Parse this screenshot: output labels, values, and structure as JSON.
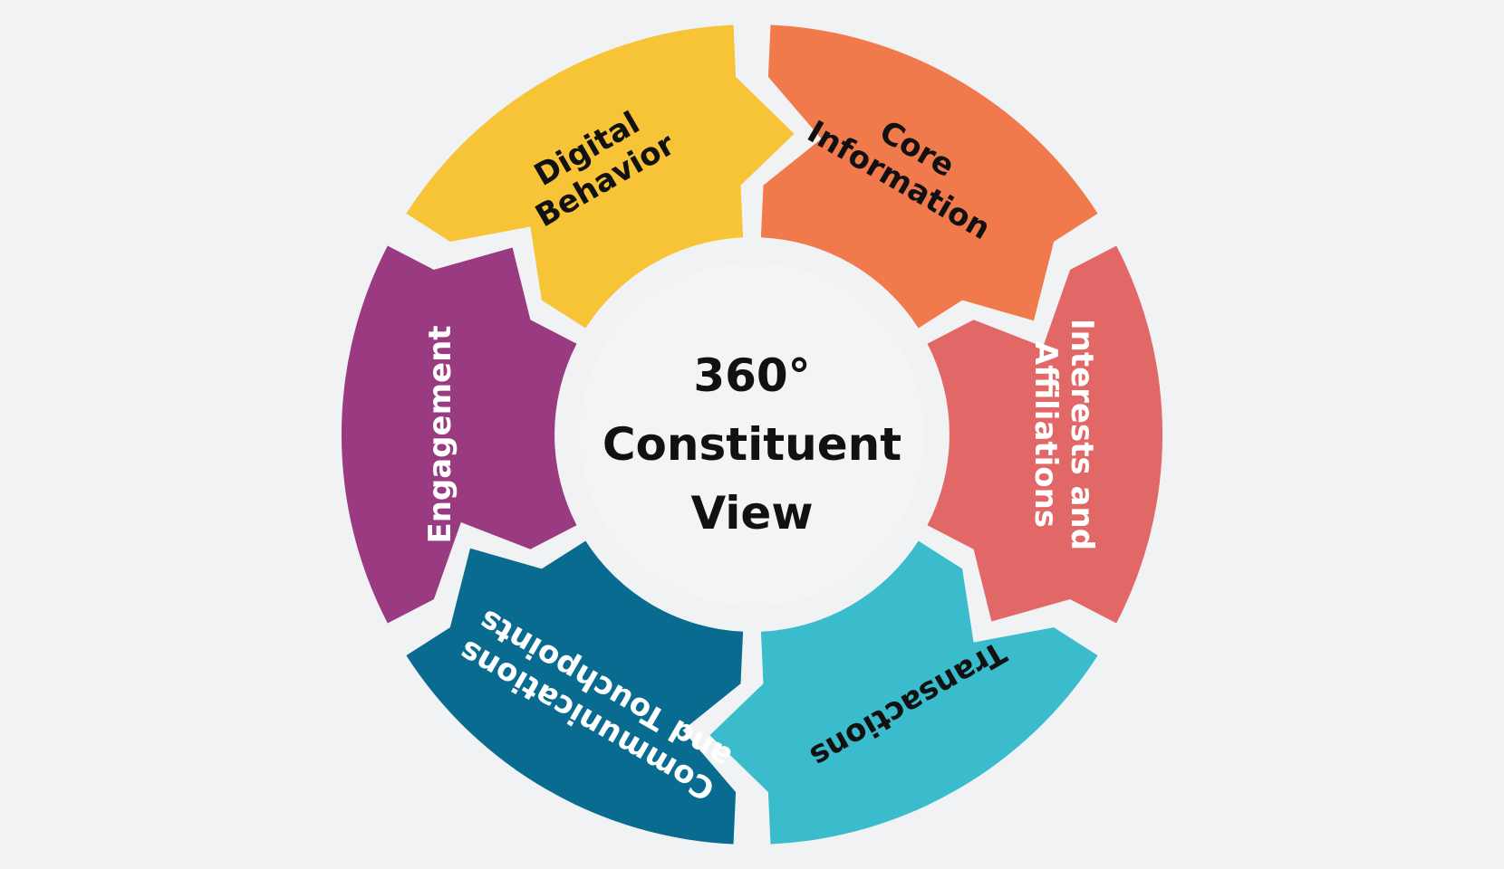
{
  "center": {
    "lines": [
      "360°",
      "Constituent",
      "View"
    ],
    "fill": "#f3f4f5",
    "text_color": "#111111"
  },
  "background": "#f1f2f4",
  "segments": [
    {
      "id": "core-information",
      "lines": [
        "Core",
        "Information"
      ],
      "color": "#f17a4d",
      "text_color": "#111111"
    },
    {
      "id": "interests-and-affiliations",
      "lines": [
        "Interests and",
        "Affiliations"
      ],
      "color": "#e26767",
      "text_color": "#ffffff"
    },
    {
      "id": "transactions",
      "lines": [
        "Transactions"
      ],
      "color": "#3bbccc",
      "text_color": "#111111"
    },
    {
      "id": "communications-and-touchpoints",
      "lines": [
        "Communications",
        "and Touchpoints"
      ],
      "color": "#0a6b91",
      "text_color": "#ffffff"
    },
    {
      "id": "engagement",
      "lines": [
        "Engagement"
      ],
      "color": "#9a3a80",
      "text_color": "#ffffff"
    },
    {
      "id": "digital-behavior",
      "lines": [
        "Digital",
        "Behavior"
      ],
      "color": "#f7c437",
      "text_color": "#111111"
    }
  ]
}
